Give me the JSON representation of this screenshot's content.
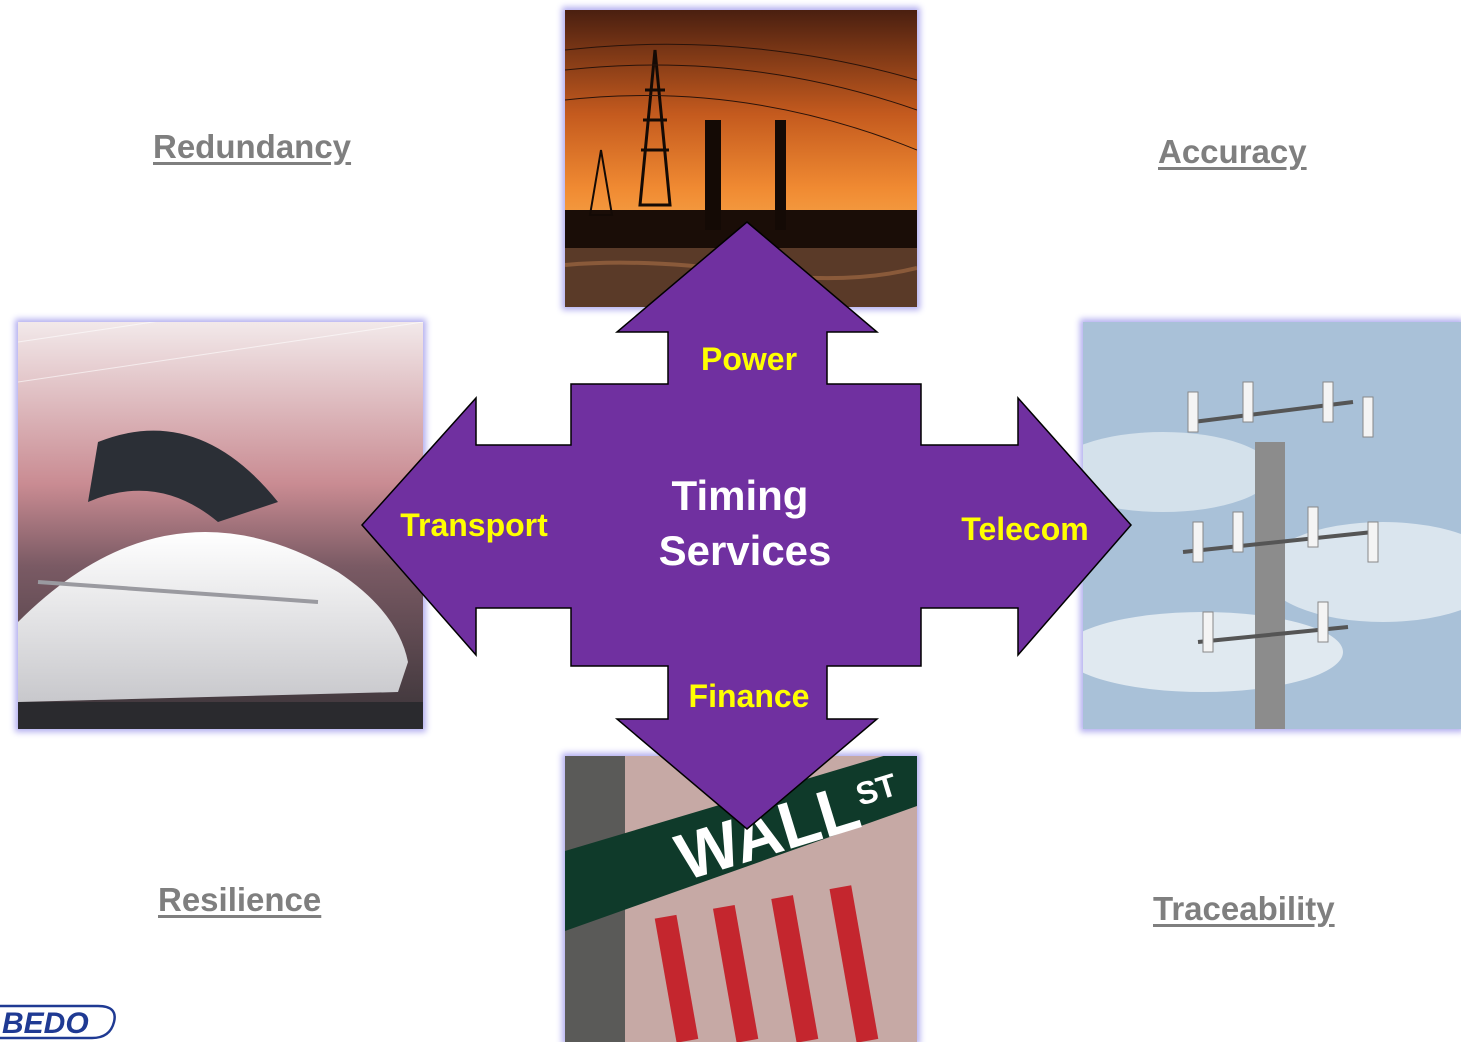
{
  "corners": {
    "top_left": "Redundancy",
    "top_right": "Accuracy",
    "bottom_left": "Resilience",
    "bottom_right": "Traceability"
  },
  "arrow": {
    "center_line1": "Timing",
    "center_line2": "Services",
    "up": "Power",
    "left": "Transport",
    "right": "Telecom",
    "down": "Finance"
  },
  "photos": {
    "finance_sign_text": "WALL",
    "finance_sign_superscript": "ST"
  },
  "logo": {
    "text": "BEDO"
  },
  "colors": {
    "arrow_fill": "#7030a0",
    "direction_label": "#ffff00",
    "center_label": "#ffffff",
    "corner_label": "#7f7f7f"
  }
}
